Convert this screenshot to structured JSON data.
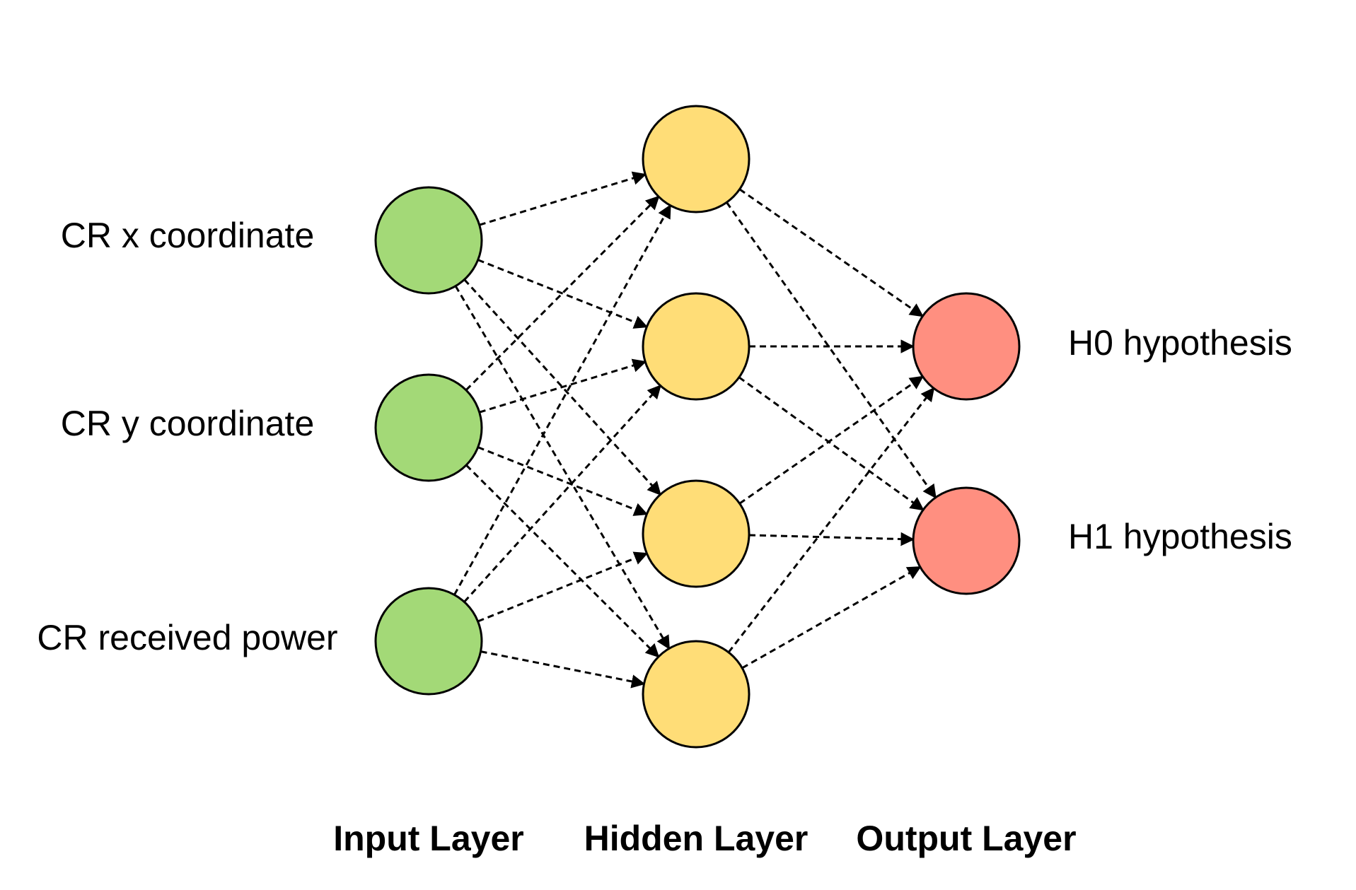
{
  "colors": {
    "input_node": "#a3d977",
    "hidden_node": "#ffdd77",
    "output_node": "#ff8f80",
    "edge": "#000000"
  },
  "input_labels": [
    "CR x coordinate",
    "CR y coordinate",
    "CR received power"
  ],
  "output_labels": [
    "H0 hypothesis",
    "H1 hypothesis"
  ],
  "layer_titles": {
    "input": "Input Layer",
    "hidden": "Hidden Layer",
    "output": "Output Layer"
  },
  "layers": {
    "input_count": 3,
    "hidden_count": 4,
    "output_count": 2
  },
  "connections": "fully-connected, dashed arrows"
}
